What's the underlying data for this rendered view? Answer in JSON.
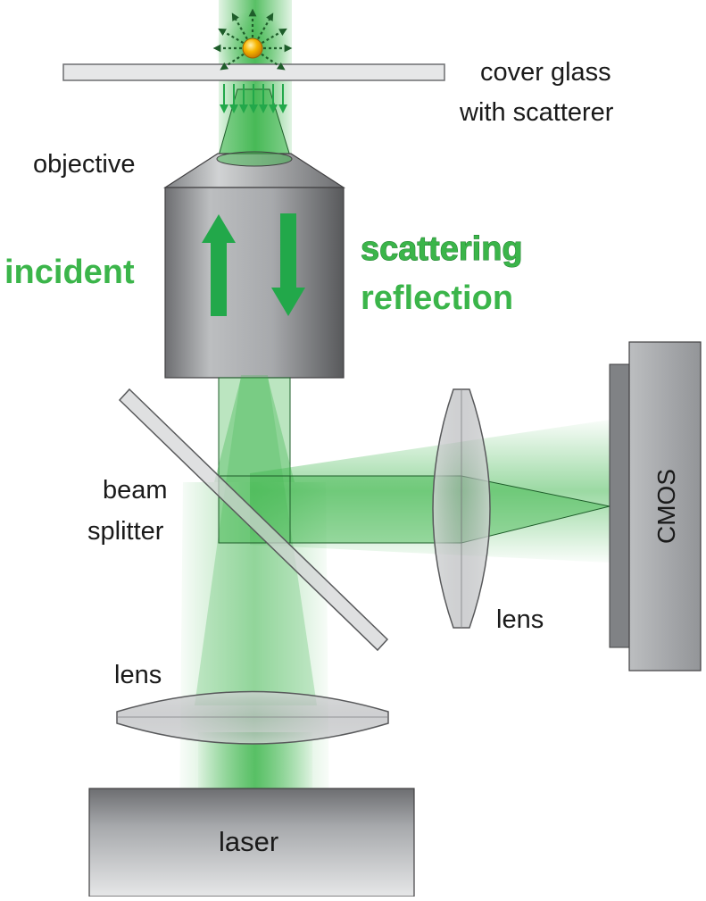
{
  "labels": {
    "cover_glass_line1": "cover glass",
    "cover_glass_line2": "with scatterer",
    "objective": "objective",
    "incident": "incident",
    "scattering": "scattering",
    "reflection": "reflection",
    "beam_splitter_line1": "beam",
    "beam_splitter_line2": "splitter",
    "lens_detection": "lens",
    "lens_illumination": "lens",
    "laser": "laser",
    "cmos": "CMOS"
  },
  "colors": {
    "beam_green": "#3bb54a",
    "arrow_green": "#22a84a",
    "text_green": "#3bb54a",
    "component_gray": "#a7a9ac",
    "text_dark": "#1a1a1a"
  }
}
